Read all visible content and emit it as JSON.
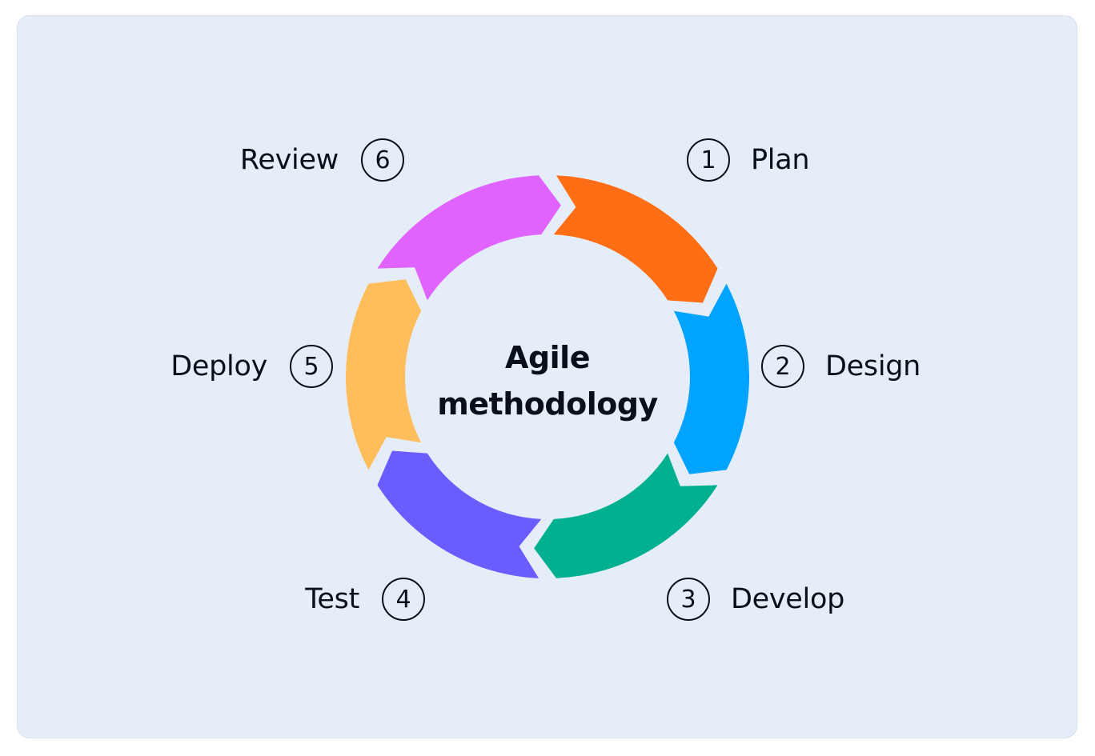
{
  "title": "Agile methodology",
  "title_lines": [
    "Agile",
    "methodology"
  ],
  "stages": [
    {
      "number": "1",
      "label": "Plan",
      "color": "#ff6d14"
    },
    {
      "number": "2",
      "label": "Design",
      "color": "#00a3ff"
    },
    {
      "number": "3",
      "label": "Develop",
      "color": "#00b08f"
    },
    {
      "number": "4",
      "label": "Test",
      "color": "#6b5cff"
    },
    {
      "number": "5",
      "label": "Deploy",
      "color": "#ffbd5c"
    },
    {
      "number": "6",
      "label": "Review",
      "color": "#e062ff"
    }
  ]
}
